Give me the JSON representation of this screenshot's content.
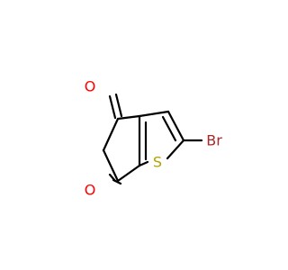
{
  "molecule": {
    "atoms": {
      "O_top": {
        "symbol": "O",
        "color": "#ff0000"
      },
      "O_bottom": {
        "symbol": "O",
        "color": "#ff0000"
      },
      "S": {
        "symbol": "S",
        "color": "#b2a200"
      },
      "Br": {
        "symbol": "Br",
        "color": "#a52a2a"
      }
    },
    "bond_color": "#000000"
  }
}
